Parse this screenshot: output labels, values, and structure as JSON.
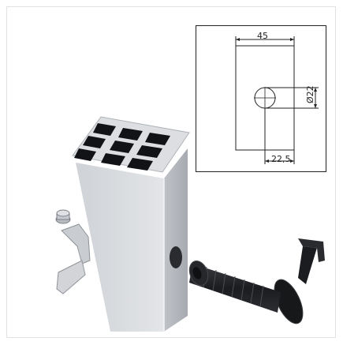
{
  "drawing": {
    "width_label": "45",
    "diameter_label": "Ø22",
    "offset_label": "22,5"
  },
  "colors": {
    "aluminium_light": "#d8dadd",
    "aluminium_mid": "#b9bcc1",
    "aluminium_dark": "#9a9ea4",
    "lock_black": "#1e1f22",
    "line": "#222222"
  },
  "icons": [
    "aluminium-post-icon",
    "cam-lock-icon",
    "cam-bracket-icon",
    "dimension-drawing-icon"
  ]
}
